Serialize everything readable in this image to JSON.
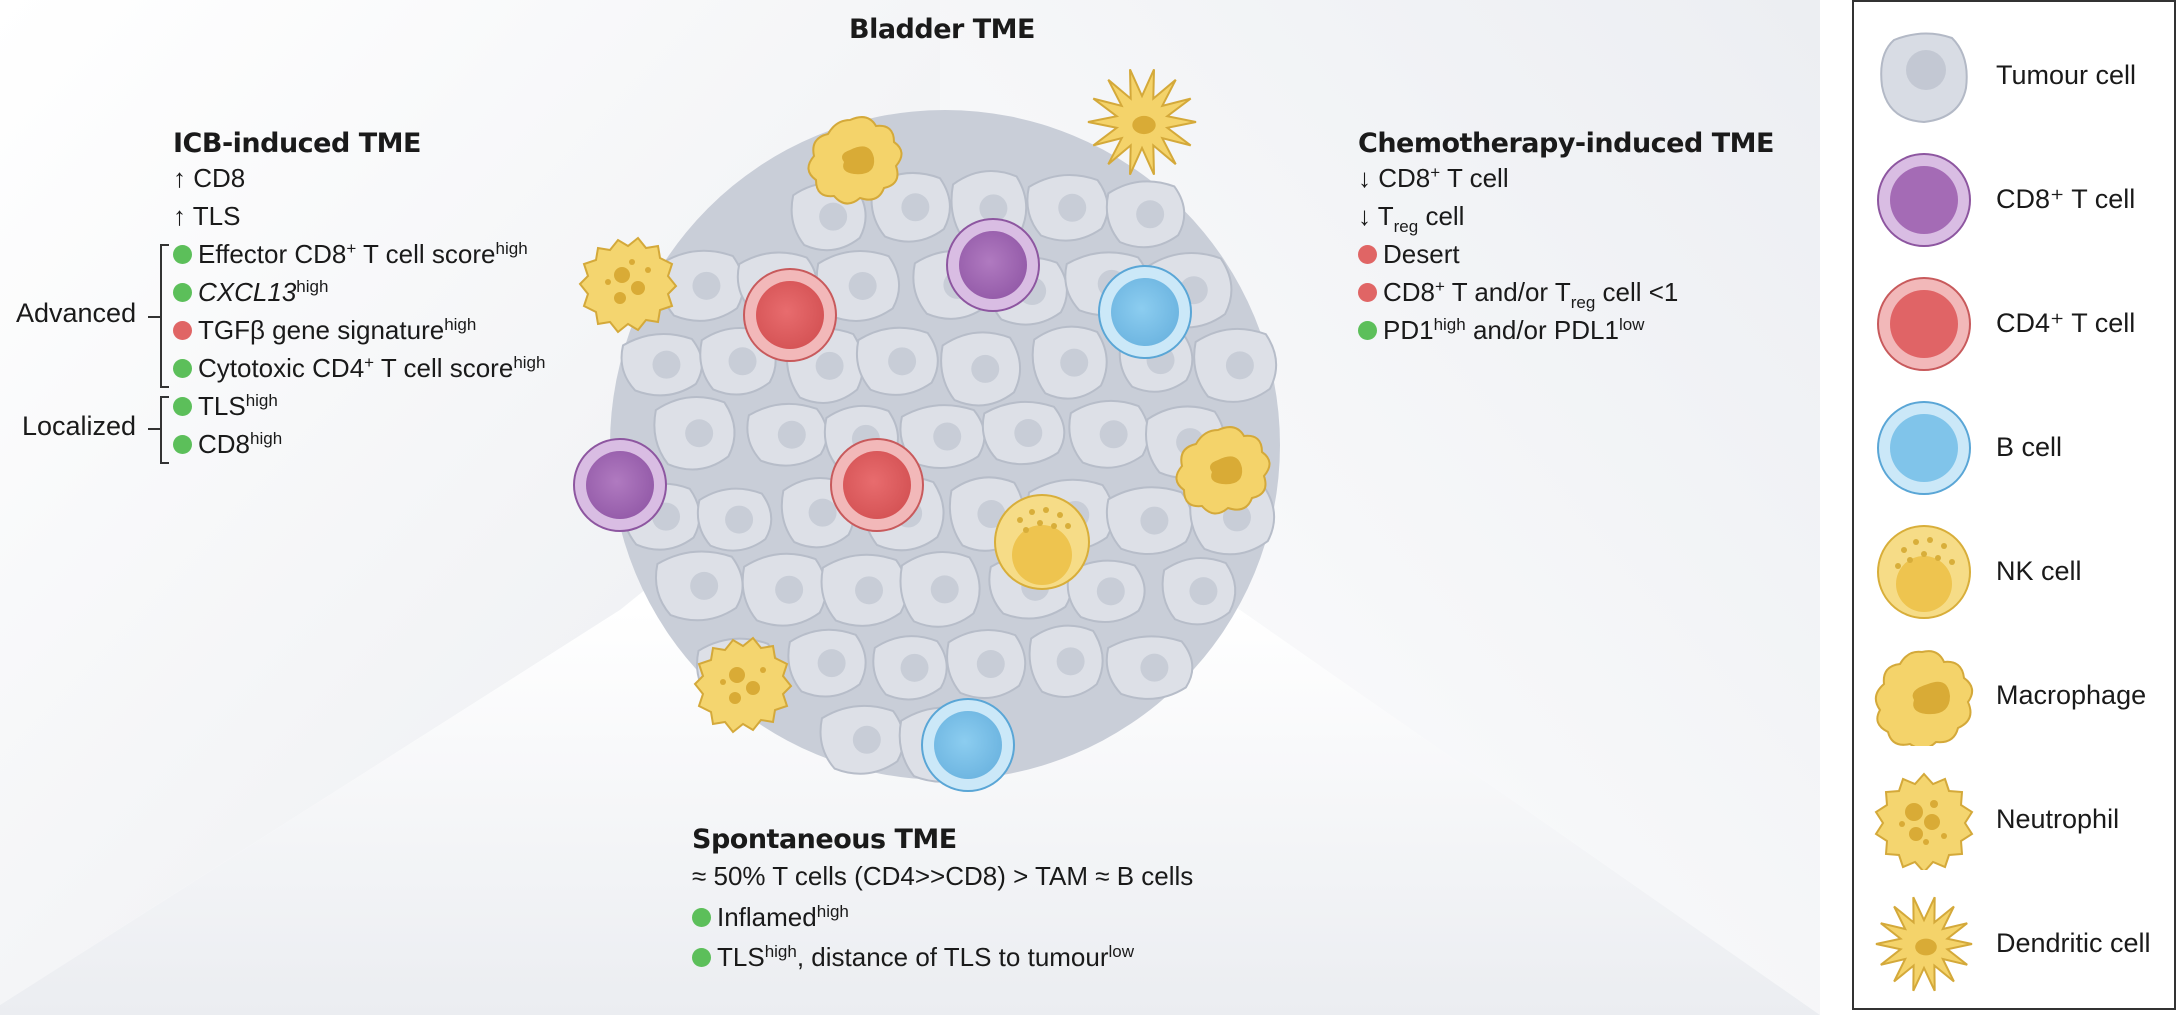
{
  "diagram": {
    "main_title": "Bladder TME",
    "icb": {
      "title": "ICB-induced TME",
      "up_cd8": "↑ CD8",
      "up_tls": "↑ TLS",
      "advanced_label": "Advanced",
      "localized_label": "Localized",
      "effector": "Effector CD8",
      "effector_sup1": "+",
      "effector_rest": " T cell score",
      "effector_sup2": "high",
      "cxcl13": "CXCL13",
      "cxcl13_sup": "high",
      "tgfb": "TGFβ gene signature",
      "tgfb_sup": "high",
      "cyto": "Cytotoxic CD4",
      "cyto_sup1": "+",
      "cyto_rest": " T cell score",
      "cyto_sup2": "high",
      "tls": "TLS",
      "tls_sup": "high",
      "cd8": "CD8",
      "cd8_sup": "high"
    },
    "chemo": {
      "title": "Chemotherapy-induced TME",
      "l1_a": "↓ CD8",
      "l1_sup": "+",
      "l1_b": " T cell",
      "l2_a": "↓ T",
      "l2_sub": "reg",
      "l2_b": " cell",
      "desert": "Desert",
      "l4_a": "CD8",
      "l4_sup": "+",
      "l4_b": " T and/or T",
      "l4_sub": "reg",
      "l4_c": " cell <1",
      "l5_a": "PD1",
      "l5_sup1": "high",
      "l5_b": " and/or PDL1",
      "l5_sup2": "low"
    },
    "spont": {
      "title": "Spontaneous TME",
      "l1": "≈ 50% T cells (CD4>>CD8) > TAM ≈ B cells",
      "l2": "Inflamed",
      "l2_sup": "high",
      "l3_a": "TLS",
      "l3_sup1": "high",
      "l3_b": ", distance of TLS to tumour",
      "l3_sup2": "low"
    },
    "colors": {
      "green_dot": "#5cbf5a",
      "red_dot": "#e06565",
      "tumour": "#d4d8e0",
      "cd8": "#a46bb5",
      "cd4": "#e06466",
      "bcell": "#80c4ea",
      "nk": "#f0cf62",
      "macrophage": "#f2cf60"
    }
  },
  "legend": {
    "items": [
      {
        "label": "Tumour cell",
        "icon": "tumour-cell-icon"
      },
      {
        "label": "CD8⁺ T cell",
        "icon": "cd8-t-cell-icon"
      },
      {
        "label": "CD4⁺ T cell",
        "icon": "cd4-t-cell-icon"
      },
      {
        "label": "B cell",
        "icon": "b-cell-icon"
      },
      {
        "label": "NK cell",
        "icon": "nk-cell-icon"
      },
      {
        "label": "Macrophage",
        "icon": "macrophage-icon"
      },
      {
        "label": "Neutrophil",
        "icon": "neutrophil-icon"
      },
      {
        "label": "Dendritic cell",
        "icon": "dendritic-cell-icon"
      }
    ]
  }
}
